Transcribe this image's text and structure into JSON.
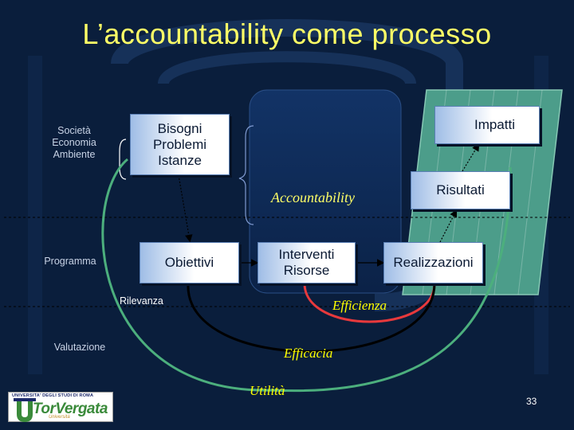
{
  "slide": {
    "title": "L’accountability come processo",
    "page_number": "33"
  },
  "row_labels": {
    "society": "Società\nEconomia\nAmbiente",
    "programme": "Programma",
    "evaluation": "Valutazione"
  },
  "boxes": {
    "bisogni": "Bisogni\nProblemi\nIstanze",
    "impatti": "Impatti",
    "risultati": "Risultati",
    "obiettivi": "Obiettivi",
    "interventi": "Interventi\nRisorse",
    "realizzazioni": "Realizzazioni"
  },
  "labels": {
    "accountability": "Accountability",
    "rilevanza": "Rilevanza",
    "efficienza": "Efficienza",
    "efficacia": "Efficacia",
    "utilita": "Utilità"
  },
  "logo": {
    "university_line": "UNIVERSITA' DEGLI STUDI DI ROMA",
    "name": "TorVergata",
    "subtitle": "Università"
  },
  "colors": {
    "title": "#ffff66",
    "efficienza": "#e8393c",
    "efficacia": "#000000",
    "utilita": "#4caf7d",
    "italic_labels": "#ffff00"
  }
}
